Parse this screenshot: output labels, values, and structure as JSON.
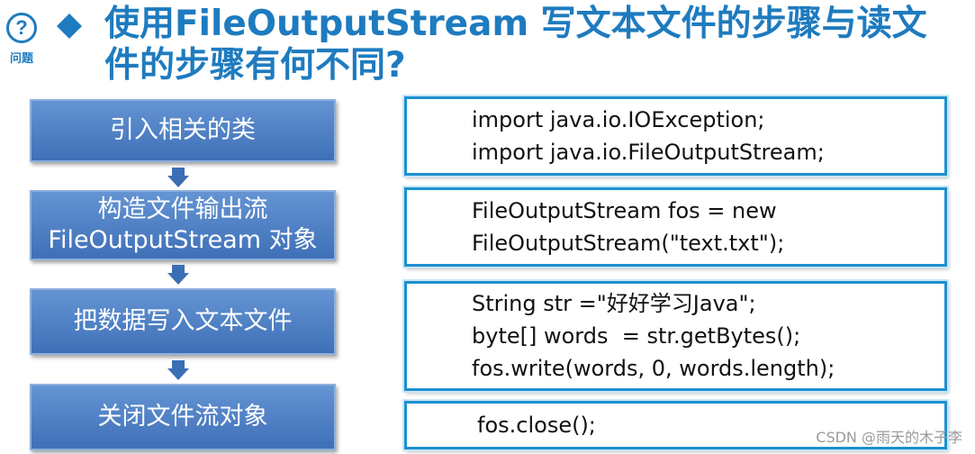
{
  "badge": {
    "icon": "question-icon",
    "symbol": "?",
    "label": "问题"
  },
  "title": "使用FileOutputStream 写文本文件的步骤与读文件的步骤有何不同?",
  "colors": {
    "title": "#1e7bbf",
    "step_fill": "#4a7dc4",
    "code_border": "#1c91cf",
    "arrow": "#3c6eb4"
  },
  "steps": [
    {
      "lines": [
        "引入相关的类"
      ]
    },
    {
      "lines": [
        "构造文件输出流",
        "FileOutputStream 对象"
      ]
    },
    {
      "lines": [
        "把数据写入文本文件"
      ]
    },
    {
      "lines": [
        "关闭文件流对象"
      ]
    }
  ],
  "code": [
    {
      "lines": [
        "import java.io.IOException;",
        "import java.io.FileOutputStream;"
      ]
    },
    {
      "lines": [
        "FileOutputStream fos = new",
        "FileOutputStream(\"text.txt\");"
      ]
    },
    {
      "lines": [
        "String str =\"好好学习Java\";",
        "byte[] words  = str.getBytes();",
        "fos.write(words, 0, words.length);"
      ]
    },
    {
      "lines": [
        "fos.close();"
      ]
    }
  ],
  "watermark": "CSDN @雨天的木子李"
}
